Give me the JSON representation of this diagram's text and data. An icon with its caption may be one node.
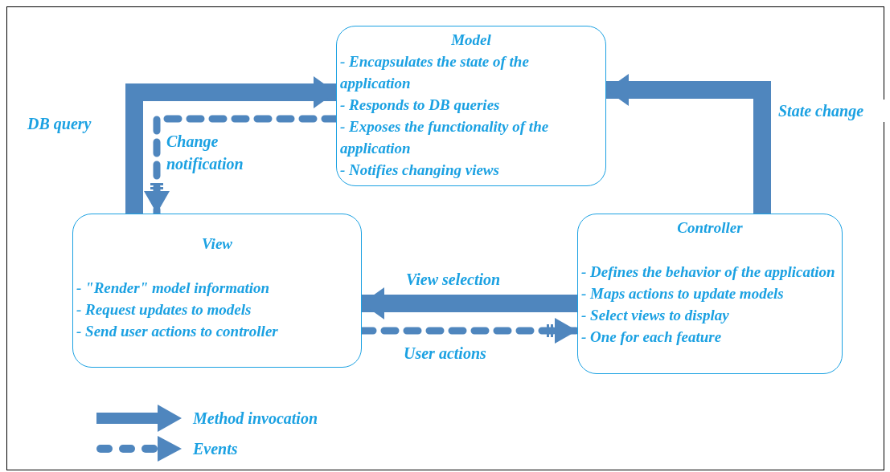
{
  "diagram": {
    "nodes": [
      {
        "text": [
          "Model",
          "- Encapsulates the state of the application",
          "- Responds to DB queries",
          "- Exposes the functionality of the application",
          "- Notifies changing views"
        ]
      },
      {
        "text": [
          "View",
          "- \"Render\" model information",
          "- Request updates to models",
          "- Send user actions to controller"
        ]
      },
      {
        "text": [
          "Controller",
          "- Defines the behavior of the application",
          "- Maps actions to update models",
          "- Select views to display",
          "- One for each feature"
        ]
      }
    ],
    "edges": [
      {
        "from": 1,
        "to": 0,
        "arrow": "to",
        "label": "DB query"
      },
      {
        "from": 0,
        "to": 1,
        "arrow": "to",
        "label": "Change notification",
        "style": "dashed"
      },
      {
        "from": 2,
        "to": 0,
        "arrow": "to",
        "label": "State change"
      },
      {
        "from": 2,
        "to": 1,
        "arrow": "to",
        "label": "View selection"
      },
      {
        "from": 1,
        "to": 2,
        "arrow": "to",
        "label": "User actions",
        "style": "dashed"
      }
    ],
    "legend": [
      {
        "text": "Method invocation"
      },
      {
        "text": "Events"
      }
    ]
  }
}
